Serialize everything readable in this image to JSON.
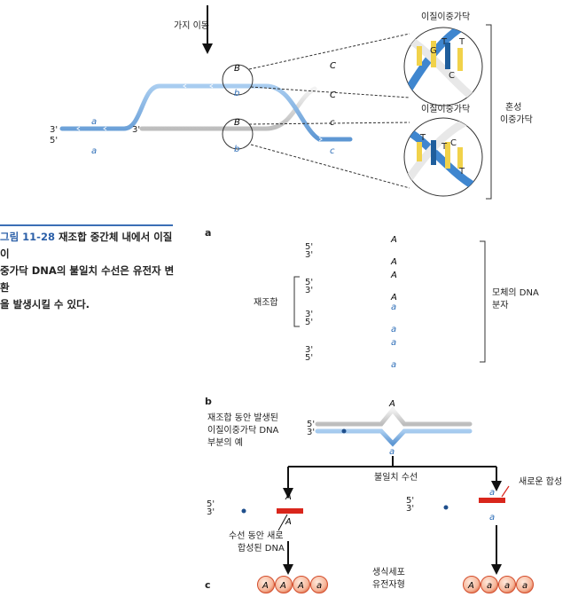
{
  "caption": {
    "figure_number": "그림 11-28",
    "lines": [
      "재조합 중간체 내에서 이질이",
      "중가닥 DNA의 불일치 수선은 유전자 변환",
      "을 발생시킬 수 있다."
    ]
  },
  "top_panel": {
    "branch_migration": "가지 이동",
    "heteroduplex_upper": "이질이중가닥",
    "heteroduplex_lower": "이질이중가닥",
    "hybrid": [
      "혼성",
      "이중가닥"
    ],
    "end_3": "3'",
    "end_5": "5'",
    "allele_a": "a",
    "allele_B": "B",
    "allele_b": "b",
    "allele_C": "C",
    "allele_c": "c",
    "bases_upper": [
      "G",
      "T",
      "C",
      "T"
    ],
    "bases_lower": [
      "T",
      "T",
      "C",
      "T"
    ]
  },
  "panel_a": {
    "label": "a",
    "recombination": "재조합",
    "parent": [
      "모체의 DNA",
      "분자"
    ],
    "allele_A": "A",
    "allele_a": "a",
    "end_3": "3'",
    "end_5": "5'"
  },
  "panel_b": {
    "label": "b",
    "example": [
      "재조합 동안 발생된",
      "이질이중가닥 DNA",
      "부분의 예"
    ],
    "mismatch_repair": "불일치 수선",
    "new_synthesis": "새로운 합성",
    "repair_new": [
      "수선 동안 새로",
      "합성된 DNA"
    ],
    "allele_A": "A",
    "allele_a": "a",
    "end_3": "3'",
    "end_5": "5'"
  },
  "panel_c": {
    "label": "c",
    "genotype": [
      "생식세포",
      "유전자형"
    ],
    "left_genotype": [
      "A",
      "A",
      "A",
      "a"
    ],
    "right_genotype": [
      "A",
      "a",
      "a",
      "a"
    ]
  },
  "colors": {
    "blue_strand": "#7fb0e0",
    "gray_strand": "#d4d4d4",
    "repair_red": "#d9261c",
    "allele_blue": "#2f6fb8"
  }
}
